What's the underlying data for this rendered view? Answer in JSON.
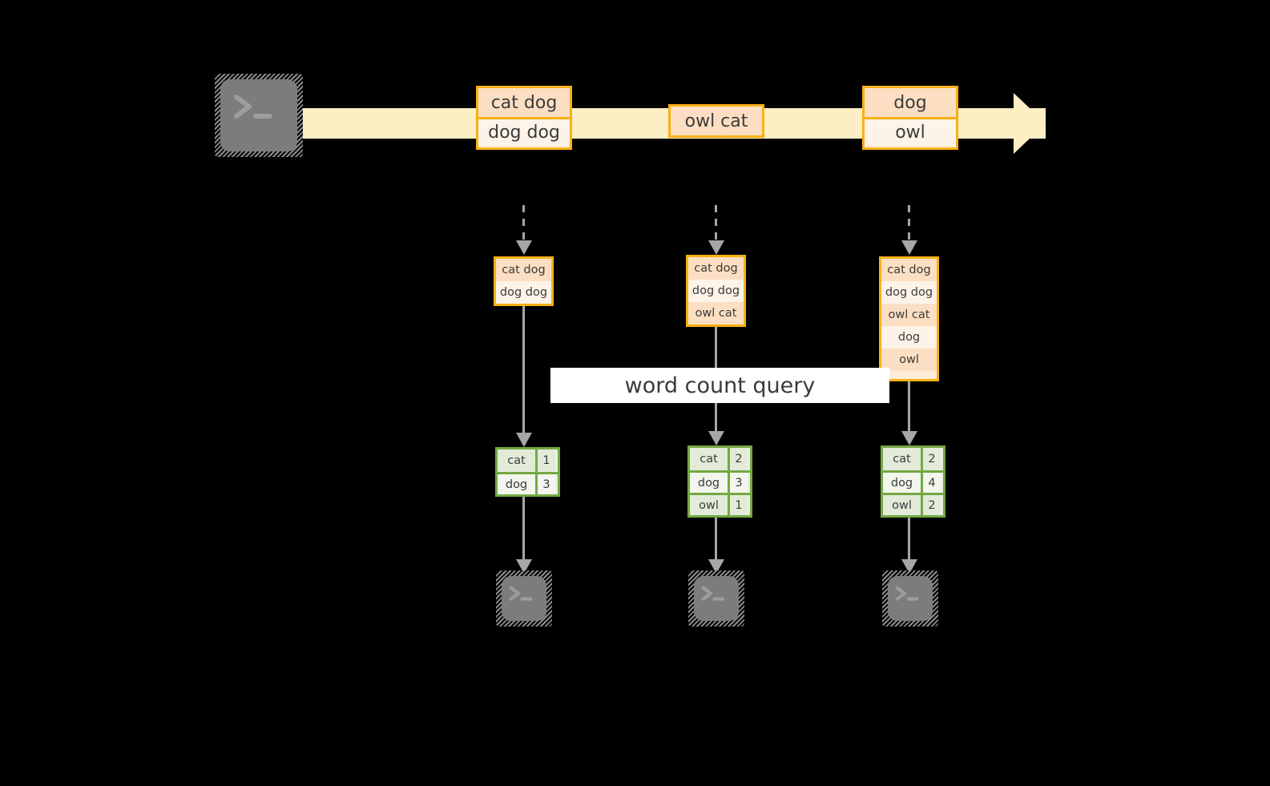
{
  "diagram": {
    "title": "stream word count query",
    "colors": {
      "background": "#000000",
      "stream_fill": "#fdeec3",
      "record_border": "#f9b015",
      "record_fill_dark": "#fcdfc2",
      "record_fill_light": "#fdf3e8",
      "result_border": "#74a843",
      "result_fill_dark": "#e3ebd8",
      "result_fill_light": "#f2f6ed",
      "arrow": "#a6a6a6",
      "terminal_body": "#7c7c7c",
      "banner_fill": "#ffffff",
      "text": "#3b3b3b"
    }
  },
  "stream": {
    "source_icon": "terminal-icon",
    "records": [
      {
        "name": "stream-record-1",
        "lines": [
          "cat dog",
          "dog dog"
        ]
      },
      {
        "name": "stream-record-2",
        "lines": [
          "owl cat"
        ]
      },
      {
        "name": "stream-record-3",
        "lines": [
          "dog",
          "owl"
        ]
      }
    ]
  },
  "query": {
    "label": "word count query"
  },
  "snapshots": [
    {
      "name": "snapshot-1",
      "input_rows": [
        "cat dog",
        "dog dog"
      ],
      "result_rows": [
        {
          "word": "cat",
          "count": "1"
        },
        {
          "word": "dog",
          "count": "3"
        }
      ],
      "sink_icon": "terminal-icon"
    },
    {
      "name": "snapshot-2",
      "input_rows": [
        "cat dog",
        "dog dog",
        "owl cat"
      ],
      "result_rows": [
        {
          "word": "cat",
          "count": "2"
        },
        {
          "word": "dog",
          "count": "3"
        },
        {
          "word": "owl",
          "count": "1"
        }
      ],
      "sink_icon": "terminal-icon"
    },
    {
      "name": "snapshot-3",
      "input_rows": [
        "cat dog",
        "dog dog",
        "owl cat",
        "dog",
        "owl"
      ],
      "result_rows": [
        {
          "word": "cat",
          "count": "2"
        },
        {
          "word": "dog",
          "count": "4"
        },
        {
          "word": "owl",
          "count": "2"
        }
      ],
      "sink_icon": "terminal-icon"
    }
  ]
}
